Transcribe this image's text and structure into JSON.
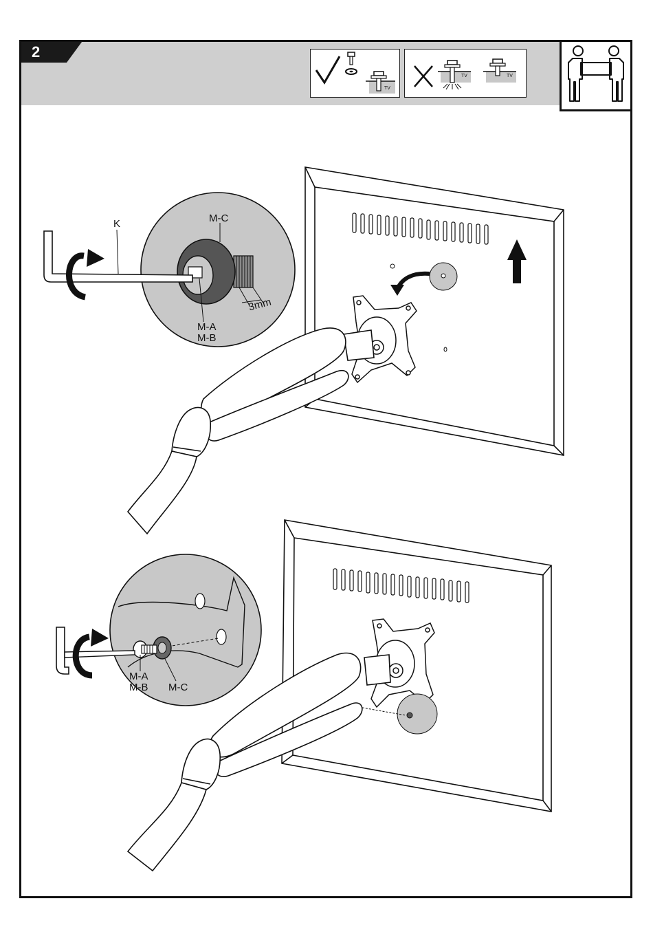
{
  "step": {
    "number": "2"
  },
  "icons": {
    "correct": "checkmark-icon",
    "incorrect": "cross-icon",
    "tv_label": "TV",
    "two_person": "two-person-lift-icon",
    "arrow_up": "arrow-up-icon",
    "rotate": "rotate-icon"
  },
  "top_figure": {
    "labels": {
      "k": "K",
      "mc": "M-C",
      "ma": "M-A",
      "mb": "M-B",
      "gap": "3mm"
    }
  },
  "bottom_figure": {
    "labels": {
      "ma": "M-A",
      "mb": "M-B",
      "mc": "M-C"
    }
  },
  "colors": {
    "header": "#cfcfcf",
    "tab": "#1a1a1a",
    "detail": "#c8c8c8"
  }
}
